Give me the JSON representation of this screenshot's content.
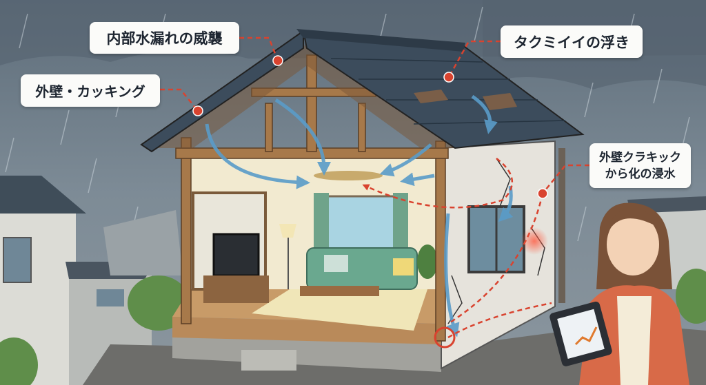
{
  "callouts": [
    {
      "id": "interior-leak",
      "text": "内部水漏れの威襲"
    },
    {
      "id": "wall-caulking",
      "text": "外壁・カッキング"
    },
    {
      "id": "roof-tile-lift",
      "text": "タクミイイの浮き"
    },
    {
      "id": "wall-crack",
      "lines": [
        "外壁クラキック",
        "から化の浸水"
      ]
    }
  ],
  "colors": {
    "sky": "#6f7f8c",
    "roof": "#3c4c5c",
    "wood": "#a7794a",
    "wall": "#ece9e1",
    "water_arrow": "#5a9cc9",
    "danger": "#d9432f",
    "sofa": "#6aa88f"
  }
}
